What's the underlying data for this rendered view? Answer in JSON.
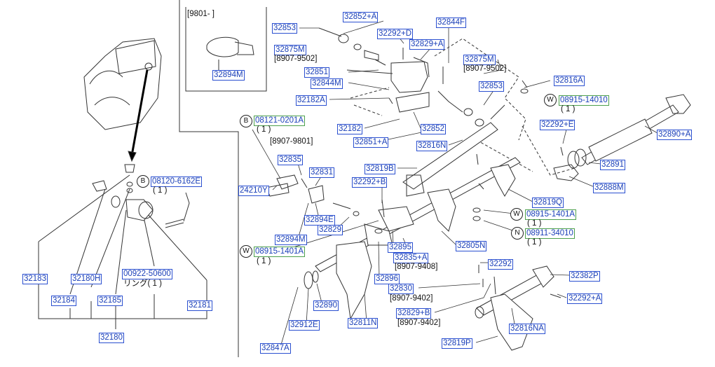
{
  "inset": {
    "date_range": "[9801-          ]",
    "part": "32894M"
  },
  "parts": {
    "p32853_top": "32853",
    "p32852A": "32852+A",
    "p32292D": "32292+D",
    "p32844F": "32844F",
    "p32875M_a": "32875M",
    "p32829A": "32829+A",
    "p32875M_b": "32875M",
    "p32851": "32851",
    "p32844M": "32844M",
    "p32816A": "32816A",
    "p32853_mid": "32853",
    "p08915_14010": "08915-14010",
    "p32182A": "32182A",
    "p32182": "32182",
    "p32852": "32852",
    "p08121": "08121-0201A",
    "p32851A": "32851+A",
    "p32816N": "32816N",
    "p32292E": "32292+E",
    "p32890A": "32890+A",
    "p32835": "32835",
    "p32831": "32831",
    "p32819B": "32819B",
    "p32891": "32891",
    "p08120": "08120-6162E",
    "p32292B": "32292+B",
    "p32888M": "32888M",
    "p24210Y": "24210Y",
    "p32819Q": "32819Q",
    "p08915_1401A_r": "08915-1401A",
    "p32894E": "32894E",
    "p32829": "32829",
    "p08911": "08911-34010",
    "p32894M_b": "32894M",
    "p32805N": "32805N",
    "p32895": "32895",
    "p08915_1401A_l": "08915-1401A",
    "p32835A": "32835+A",
    "p00922": "00922-50600",
    "p32292": "32292",
    "p32382P": "32382P",
    "p32183": "32183",
    "p32180H": "32180H",
    "p32896": "32896",
    "p32830": "32830",
    "p32292A": "32292+A",
    "p32184": "32184",
    "p32185": "32185",
    "p32181": "32181",
    "p32890": "32890",
    "p32829B": "32829+B",
    "p32912E": "32912E",
    "p32811N": "32811N",
    "p32816NA": "32816NA",
    "p32180": "32180",
    "p32819P": "32819P",
    "p32847A": "32847A"
  },
  "notes": {
    "n8907_9502_a": "[8907-9502]",
    "n8907_9502_b": "[8907-9502]",
    "n8907_9801": "[8907-9801]",
    "n8907_9408": "[8907-9408]",
    "n8907_9402_a": "[8907-9402]",
    "n8907_9402_b": "[8907-9402]",
    "qty1": "( 1 )",
    "ring_qty": "リング( 1 )"
  },
  "markers": {
    "B": "B",
    "W": "W",
    "N": "N"
  }
}
